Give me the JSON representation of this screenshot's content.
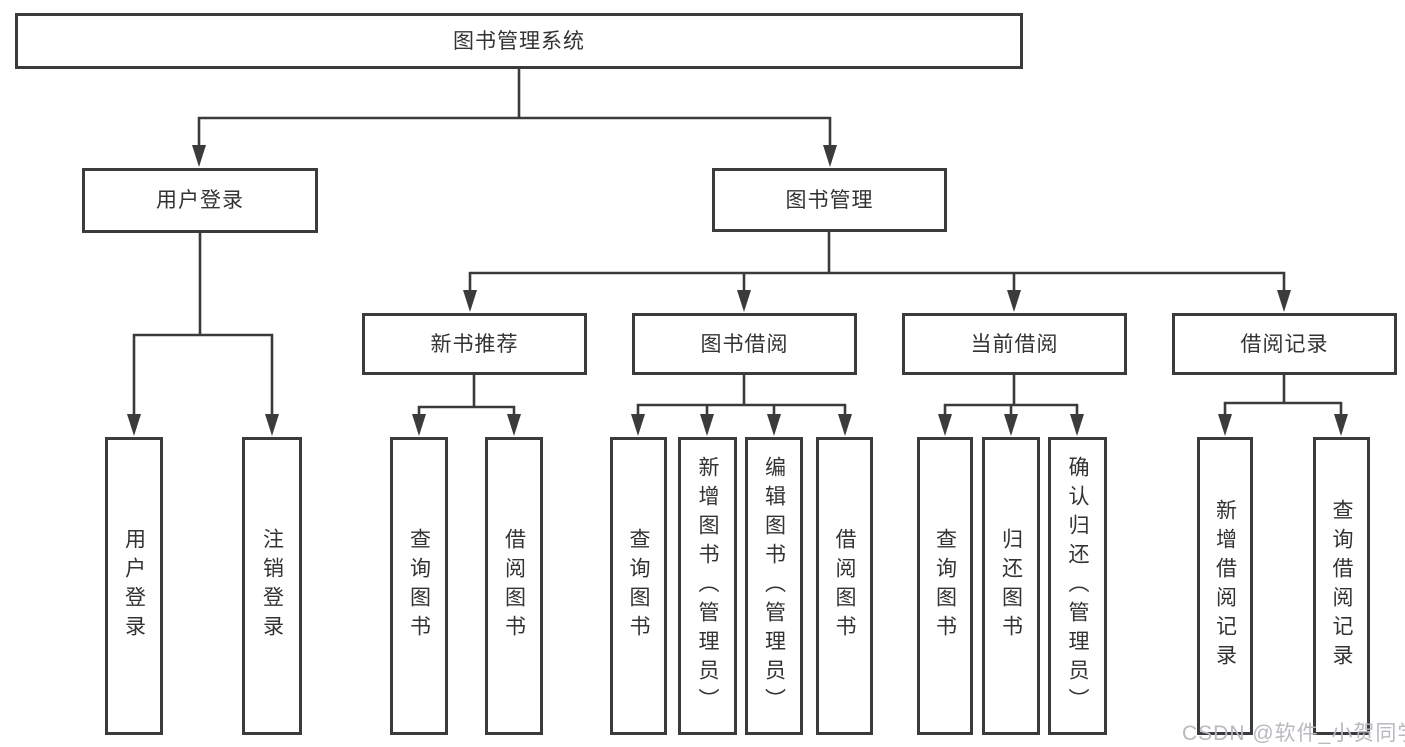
{
  "diagram_type": "tree",
  "nodes": {
    "root": "图书管理系统",
    "user_login": "用户登录",
    "book_management": "图书管理",
    "new_book_recommend": "新书推荐",
    "book_borrowing": "图书借阅",
    "current_borrowing": "当前借阅",
    "borrowing_records": "借阅记录",
    "leaf_user_login": "用户登录",
    "leaf_logout": "注销登录",
    "leaf_rec_query": "查询图书",
    "leaf_rec_borrow": "借阅图书",
    "leaf_bor_query": "查询图书",
    "leaf_bor_add": "新增图书（管理员）",
    "leaf_bor_edit": "编辑图书（管理员）",
    "leaf_bor_borrow": "借阅图书",
    "leaf_cur_query": "查询图书",
    "leaf_cur_return": "归还图书",
    "leaf_cur_confirm": "确认归还（管理员）",
    "leaf_rcd_add": "新增借阅记录",
    "leaf_rcd_query": "查询借阅记录"
  },
  "hierarchy": {
    "图书管理系统": {
      "用户登录": [
        "用户登录",
        "注销登录"
      ],
      "图书管理": {
        "新书推荐": [
          "查询图书",
          "借阅图书"
        ],
        "图书借阅": [
          "查询图书",
          "新增图书（管理员）",
          "编辑图书（管理员）",
          "借阅图书"
        ],
        "当前借阅": [
          "查询图书",
          "归还图书",
          "确认归还（管理员）"
        ],
        "借阅记录": [
          "新增借阅记录",
          "查询借阅记录"
        ]
      }
    }
  },
  "style": {
    "line_color": "#3b3b3e",
    "text_color": "#333333",
    "watermark_color": "#b9b9bf",
    "background": "#ffffff"
  },
  "watermark": {
    "text": "CSDN @软件_小贺同学"
  }
}
